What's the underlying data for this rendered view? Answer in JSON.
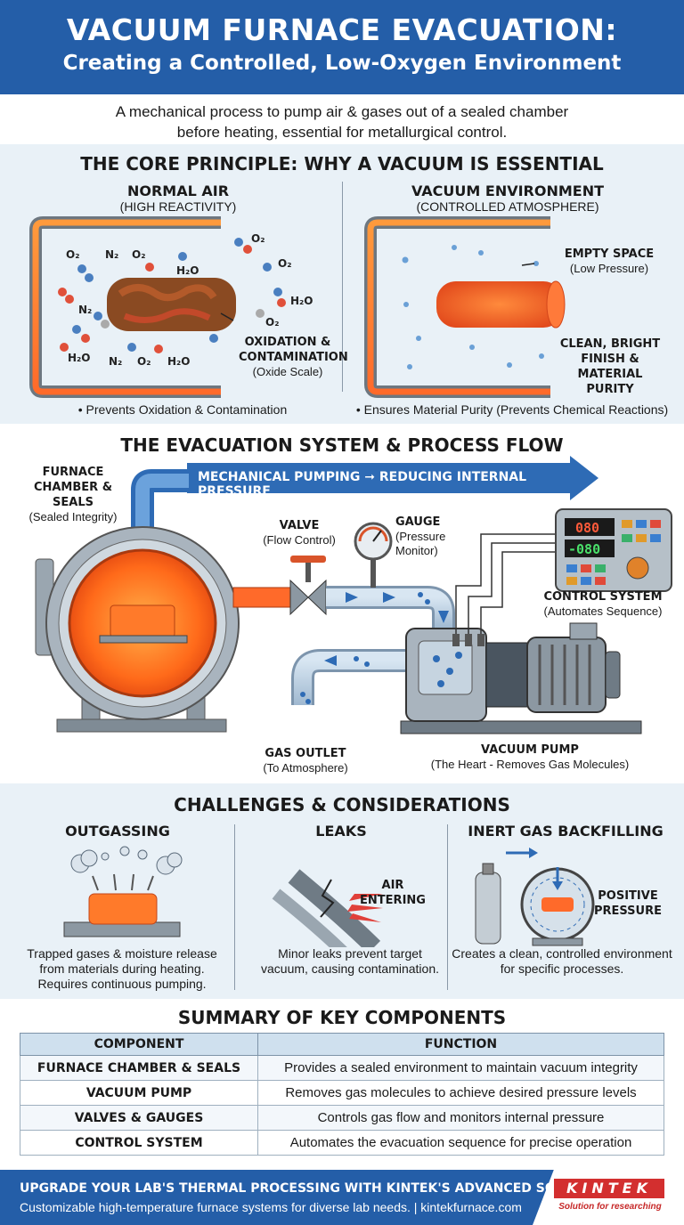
{
  "header": {
    "title": "VACUUM FURNACE EVACUATION:",
    "subtitle": "Creating a Controlled, Low-Oxygen Environment"
  },
  "intro": {
    "line1": "A mechanical process to pump air & gases out of a sealed chamber",
    "line2": "before heating, essential for metallurgical control."
  },
  "principle": {
    "title": "THE CORE PRINCIPLE: WHY A VACUUM IS ESSENTIAL",
    "left": {
      "title": "NORMAL AIR",
      "subtitle": "(HIGH REACTIVITY)",
      "molecules": [
        "O2",
        "N2",
        "O2",
        "H2O",
        "O2",
        "O2",
        "N2",
        "H2O",
        "O2",
        "H2O",
        "N2",
        "O2",
        "H2O"
      ],
      "label_bold": "OXIDATION & CONTAMINATION",
      "label_sub": "(Oxide Scale)",
      "bullet": "• Prevents Oxidation & Contamination"
    },
    "right": {
      "title": "VACUUM ENVIRONMENT",
      "subtitle": "(CONTROLLED ATMOSPHERE)",
      "label1_bold": "EMPTY SPACE",
      "label1_sub": "(Low Pressure)",
      "label2_bold": "CLEAN, BRIGHT FINISH & MATERIAL PURITY",
      "bullet": "• Ensures Material Purity (Prevents Chemical Reactions)"
    }
  },
  "system": {
    "title": "THE EVACUATION SYSTEM & PROCESS FLOW",
    "arrow_text": "MECHANICAL PUMPING ➞ REDUCING INTERNAL PRESSURE",
    "chamber": {
      "bold": "FURNACE CHAMBER & SEALS",
      "sub": "(Sealed Integrity)"
    },
    "valve": {
      "bold": "VALVE",
      "sub": "(Flow Control)"
    },
    "gauge": {
      "bold": "GAUGE",
      "sub": "(Pressure Monitor)"
    },
    "control": {
      "bold": "CONTROL SYSTEM",
      "sub": "(Automates Sequence)",
      "display1": "080",
      "display2": "-080"
    },
    "outlet": {
      "bold": "GAS OUTLET",
      "sub": "(To Atmosphere)"
    },
    "pump": {
      "bold": "VACUUM PUMP",
      "sub": "(The Heart - Removes Gas Molecules)"
    }
  },
  "challenges": {
    "title": "CHALLENGES & CONSIDERATIONS",
    "items": [
      {
        "title": "OUTGASSING",
        "text": "Trapped gases & moisture release from materials during heating. Requires continuous pumping."
      },
      {
        "title": "LEAKS",
        "label": "AIR ENTERING",
        "text": "Minor leaks prevent target vacuum, causing contamination."
      },
      {
        "title": "INERT GAS BACKFILLING",
        "label": "POSITIVE PRESSURE",
        "text": "Creates a clean, controlled environment for specific processes."
      }
    ]
  },
  "summary": {
    "title": "SUMMARY OF KEY COMPONENTS",
    "headers": [
      "COMPONENT",
      "FUNCTION"
    ],
    "rows": [
      [
        "FURNACE CHAMBER & SEALS",
        "Provides a sealed environment to maintain vacuum integrity"
      ],
      [
        "VACUUM PUMP",
        "Removes gas molecules to achieve desired pressure levels"
      ],
      [
        "VALVES & GAUGES",
        "Controls gas flow and monitors internal pressure"
      ],
      [
        "CONTROL SYSTEM",
        "Automates the evacuation sequence for precise operation"
      ]
    ]
  },
  "footer": {
    "line1": "UPGRADE YOUR LAB'S THERMAL PROCESSING WITH KINTEK'S ADVANCED SOLUTIONS!",
    "line2": "Customizable high-temperature furnace systems for diverse lab needs. | kintekfurnace.com",
    "logo": "KINTEK",
    "tagline": "Solution for researching"
  },
  "colors": {
    "brand_blue": "#245ea8",
    "hot_orange": "#ff6a2a",
    "logo_red": "#d32f2f"
  }
}
